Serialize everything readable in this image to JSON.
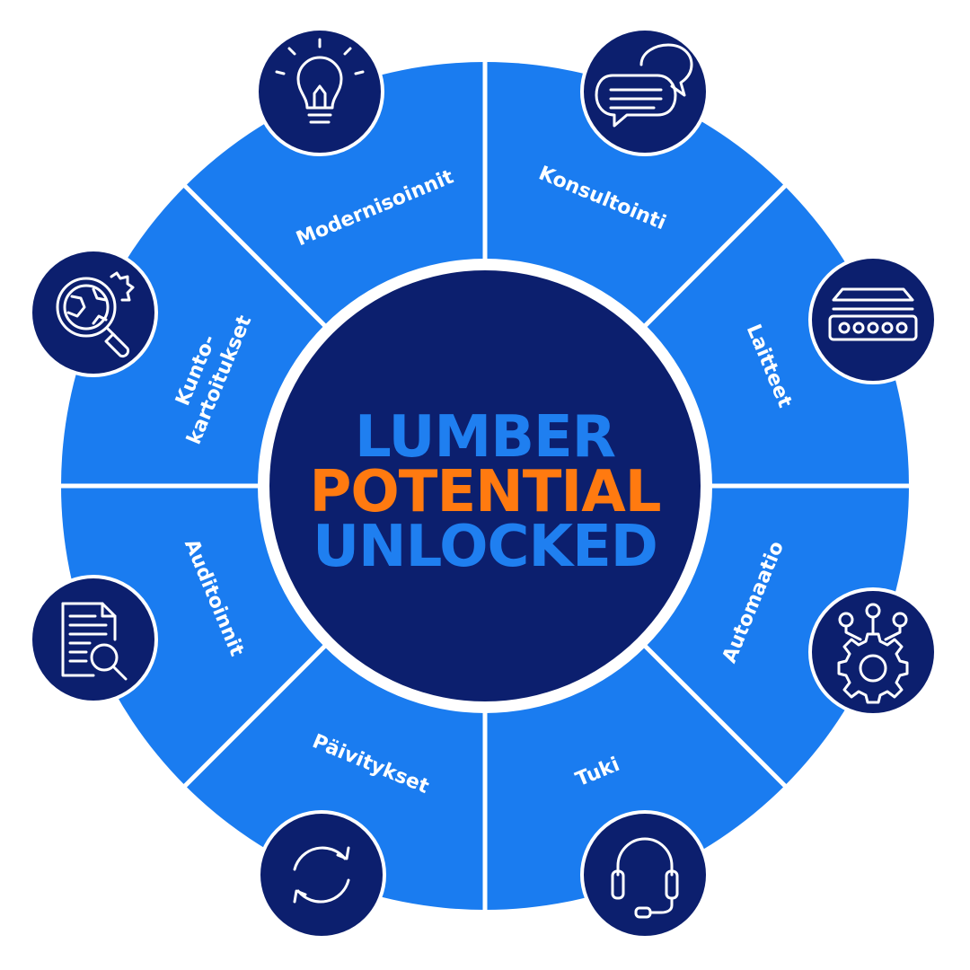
{
  "colors": {
    "ring": "#1a7cf0",
    "ring_light": "#2b8ff6",
    "divider": "#ffffff",
    "center": "#0c1f6e",
    "badge": "#0c1f6e",
    "title_blue": "#1f7ff0",
    "title_orange": "#ff7a10"
  },
  "center_title": {
    "line1": "LUMBER",
    "line2": "POTENTIAL",
    "line3": "UNLOCKED"
  },
  "segments": [
    {
      "id": "modernisoinnit",
      "label": "Modernisoinnit",
      "icon": "lightbulb-icon"
    },
    {
      "id": "konsultointi",
      "label": "Konsultointi",
      "icon": "chat-bubbles-icon"
    },
    {
      "id": "laitteet",
      "label": "Laitteet",
      "icon": "conveyor-icon"
    },
    {
      "id": "automaatio",
      "label": "Automaatio",
      "icon": "gear-network-icon"
    },
    {
      "id": "tuki",
      "label": "Tuki",
      "icon": "headset-icon"
    },
    {
      "id": "paivitykset",
      "label": "Päivitykset",
      "icon": "refresh-icon"
    },
    {
      "id": "auditoinnit",
      "label": "Auditoinnit",
      "icon": "document-search-icon"
    },
    {
      "id": "kuntokartoitukset",
      "label_line1": "Kunto-",
      "label_line2": "kartoitukset",
      "icon": "magnifier-gear-icon"
    }
  ]
}
